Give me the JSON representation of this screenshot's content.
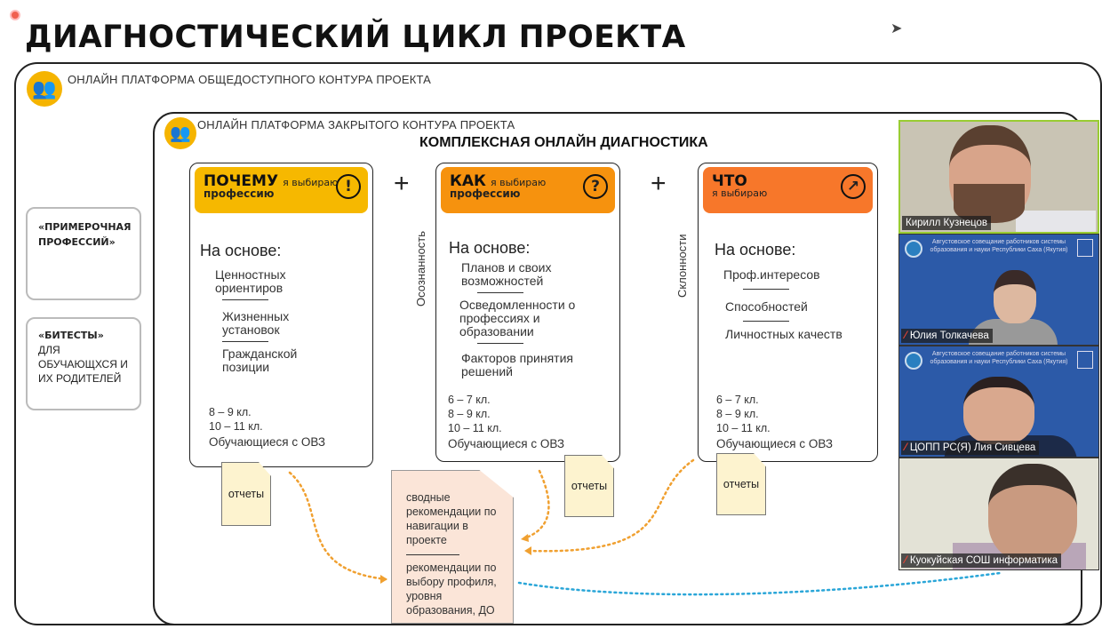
{
  "title": "ДИАГНОСТИЧЕСКИЙ ЦИКЛ ПРОЕКТА",
  "public_platform": "ОНЛАЙН ПЛАТФОРМА ОБЩЕДОСТУПНОГО КОНТУРА ПРОЕКТА",
  "closed_platform": "ОНЛАЙН ПЛАТФОРМА  ЗАКРЫТОГО  КОНТУРА ПРОЕКТА",
  "subtitle": "КОМПЛЕКСНАЯ ОНЛАЙН ДИАГНОСТИКА",
  "side": {
    "box1": "«ПРИМЕРОЧНАЯ ПРОФЕССИЙ»",
    "box2_bold": "«БИТЕСТЫ»",
    "box2_text": "ДЛЯ ОБУЧАЮЩХСЯ И ИХ РОДИТЕЛЕЙ"
  },
  "plus": "+",
  "vertical_labels": [
    "Осознанность",
    "Склонности"
  ],
  "cards": [
    {
      "head_big": "ПОЧЕМУ",
      "head_small": "я выбираю",
      "head_bold2": "профессию",
      "icon": "!",
      "color": "#f6b800",
      "basis": "На основе:",
      "items": [
        "Ценностных ориентиров",
        "Жизненных установок",
        "Гражданской позиции"
      ],
      "grades": [
        "8 – 9 кл.",
        "10 – 11 кл.",
        "Обучающиеся с ОВЗ"
      ]
    },
    {
      "head_big": "КАК",
      "head_small": "я выбираю",
      "head_bold2": "профессию",
      "icon": "?",
      "color": "#f6920e",
      "basis": "На основе:",
      "items": [
        "Планов и своих возможностей",
        "Осведомленности о профессиях и образовании",
        "Факторов принятия решений"
      ],
      "grades": [
        "6 – 7 кл.",
        "8 – 9 кл.",
        "10 – 11 кл.",
        "Обучающиеся с ОВЗ"
      ]
    },
    {
      "head_big": "ЧТО",
      "head_small": "я выбираю",
      "head_bold2": "",
      "icon": "↗",
      "color": "#f7772a",
      "basis": "На основе:",
      "items": [
        "Проф.интересов",
        "Способностей",
        "Личностных качеств"
      ],
      "grades": [
        "6 – 7 кл.",
        "8 – 9 кл.",
        "10 – 11 кл.",
        "Обучающиеся с ОВЗ"
      ]
    }
  ],
  "reports_label": "отчеты",
  "summary_doc": {
    "part1": "сводные рекомендации по навигации в проекте",
    "part2": "рекомендации по выбору профиля, уровня образования, ДО"
  },
  "video": {
    "banner": "Августовское совещание работников системы образования и науки Республики Саха (Якутия)",
    "participants": [
      "Кирилл Кузнецов",
      "Юлия Толкачева",
      "ЦОПП РС(Я) Лия Сивцева",
      "Куокуйская СОШ информатика"
    ]
  },
  "colors": {
    "yellow": "#f6b800",
    "orange": "#f6920e",
    "orange2": "#f7772a",
    "dotted_orange": "#f0a030",
    "dotted_blue": "#2aa6d8",
    "video_blue": "#2c5aa8"
  }
}
